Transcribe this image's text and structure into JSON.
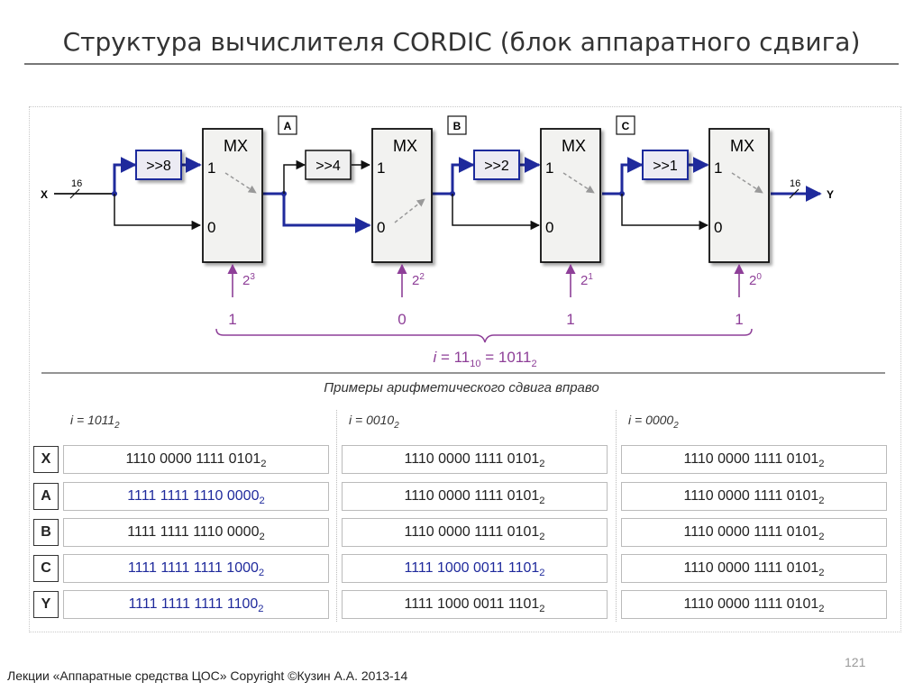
{
  "title": "Структура вычислителя CORDIC (блок аппаратного сдвига)",
  "diagram": {
    "input_label": "X",
    "output_label": "Y",
    "bus_width_in": "16",
    "bus_width_out": "16",
    "mux_label": "MX",
    "mux_in_one": "1",
    "mux_in_zero": "0",
    "shifters": [
      ">>8",
      ">>4",
      ">>2",
      ">>1"
    ],
    "selects": [
      {
        "base": "2",
        "exp": "3",
        "bit": "1"
      },
      {
        "base": "2",
        "exp": "2",
        "bit": "0"
      },
      {
        "base": "2",
        "exp": "1",
        "bit": "1"
      },
      {
        "base": "2",
        "exp": "0",
        "bit": "1"
      }
    ],
    "taps": [
      "A",
      "B",
      "C"
    ],
    "index_formula": {
      "prefix": "i",
      "eq1": " = 11",
      "sub1": "10",
      "eq2": " = 1011",
      "sub2": "2"
    },
    "colors": {
      "active_path": "#1f2a9c",
      "select": "#8e3f98",
      "stroke": "#111111"
    }
  },
  "examples": {
    "caption": "Примеры арифметического сдвига вправо",
    "row_labels": [
      "X",
      "A",
      "B",
      "C",
      "Y"
    ],
    "columns": [
      {
        "title_prefix": "i = 1011",
        "title_sub": "2",
        "rows": [
          {
            "value": "1110 0000 1111 0101",
            "sub": "2",
            "highlight": false
          },
          {
            "value": "1111 1111 1110 0000",
            "sub": "2",
            "highlight": true
          },
          {
            "value": "1111 1111 1110 0000",
            "sub": "2",
            "highlight": false
          },
          {
            "value": "1111 1111 1111 1000",
            "sub": "2",
            "highlight": true
          },
          {
            "value": "1111 1111 1111 1100",
            "sub": "2",
            "highlight": true
          }
        ]
      },
      {
        "title_prefix": "i = 0010",
        "title_sub": "2",
        "rows": [
          {
            "value": "1110 0000 1111 0101",
            "sub": "2",
            "highlight": false
          },
          {
            "value": "1110 0000 1111 0101",
            "sub": "2",
            "highlight": false
          },
          {
            "value": "1110 0000 1111 0101",
            "sub": "2",
            "highlight": false
          },
          {
            "value": "1111 1000 0011 1101",
            "sub": "2",
            "highlight": true
          },
          {
            "value": "1111 1000 0011 1101",
            "sub": "2",
            "highlight": false
          }
        ]
      },
      {
        "title_prefix": "i = 0000",
        "title_sub": "2",
        "rows": [
          {
            "value": "1110 0000 1111 0101",
            "sub": "2",
            "highlight": false
          },
          {
            "value": "1110 0000 1111 0101",
            "sub": "2",
            "highlight": false
          },
          {
            "value": "1110 0000 1111 0101",
            "sub": "2",
            "highlight": false
          },
          {
            "value": "1110 0000 1111 0101",
            "sub": "2",
            "highlight": false
          },
          {
            "value": "1110 0000 1111 0101",
            "sub": "2",
            "highlight": false
          }
        ]
      }
    ]
  },
  "footer": {
    "text": "Лекции «Аппаратные средства ЦОС» Copyright ©Кузин А.А. 2013-14",
    "page": "121"
  }
}
